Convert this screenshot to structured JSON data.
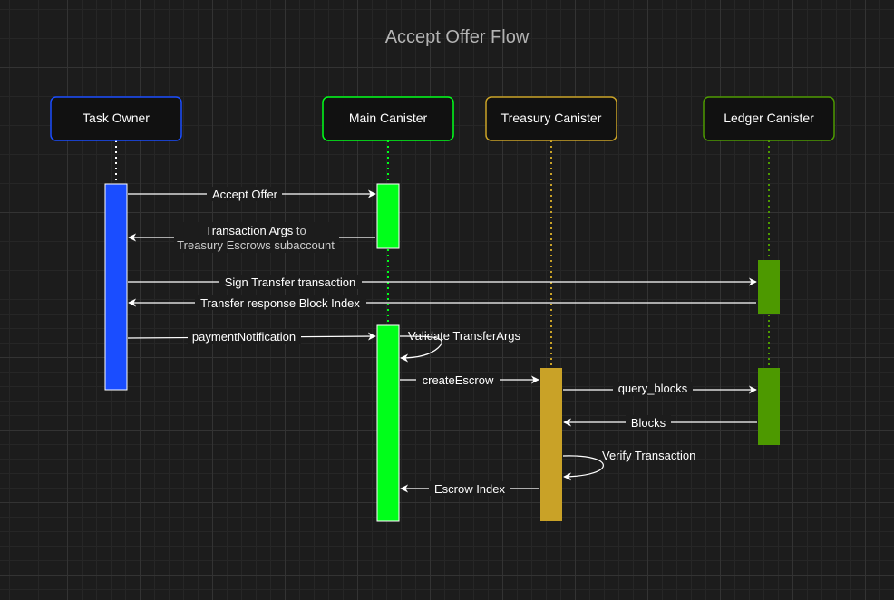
{
  "title": "Accept Offer Flow",
  "colors": {
    "background": "#1c1c1c",
    "text": "#ffffff",
    "title": "#b3b3b3",
    "label_bg": "#1c1c1c",
    "muted_text": "#cccccc",
    "task_owner": "#1a4dff",
    "main_canister": "#00ff1a",
    "treasury_canister": "#c9a227",
    "ledger_canister": "#4d9900"
  },
  "participants": [
    {
      "id": "task_owner",
      "name": "Task Owner"
    },
    {
      "id": "main",
      "name": "Main Canister"
    },
    {
      "id": "treasury",
      "name": "Treasury Canister"
    },
    {
      "id": "ledger",
      "name": "Ledger Canister"
    }
  ],
  "messages": [
    {
      "id": "accept_offer",
      "label": "Accept Offer"
    },
    {
      "id": "transaction_args",
      "label_primary": "Transaction Args",
      "label_suffix": " to",
      "label_line2": "Treasury Escrows subaccount"
    },
    {
      "id": "sign_transfer",
      "label": "Sign Transfer transaction"
    },
    {
      "id": "transfer_response",
      "label": "Transfer response Block Index"
    },
    {
      "id": "payment_notification",
      "label": "paymentNotification"
    },
    {
      "id": "validate_transfer_args",
      "label": "Validate TransferArgs"
    },
    {
      "id": "create_escrow",
      "label": "createEscrow"
    },
    {
      "id": "query_blocks",
      "label": "query_blocks"
    },
    {
      "id": "blocks",
      "label": "Blocks"
    },
    {
      "id": "verify_transaction",
      "label": "Verify Transaction"
    },
    {
      "id": "escrow_index",
      "label": "Escrow Index"
    }
  ]
}
